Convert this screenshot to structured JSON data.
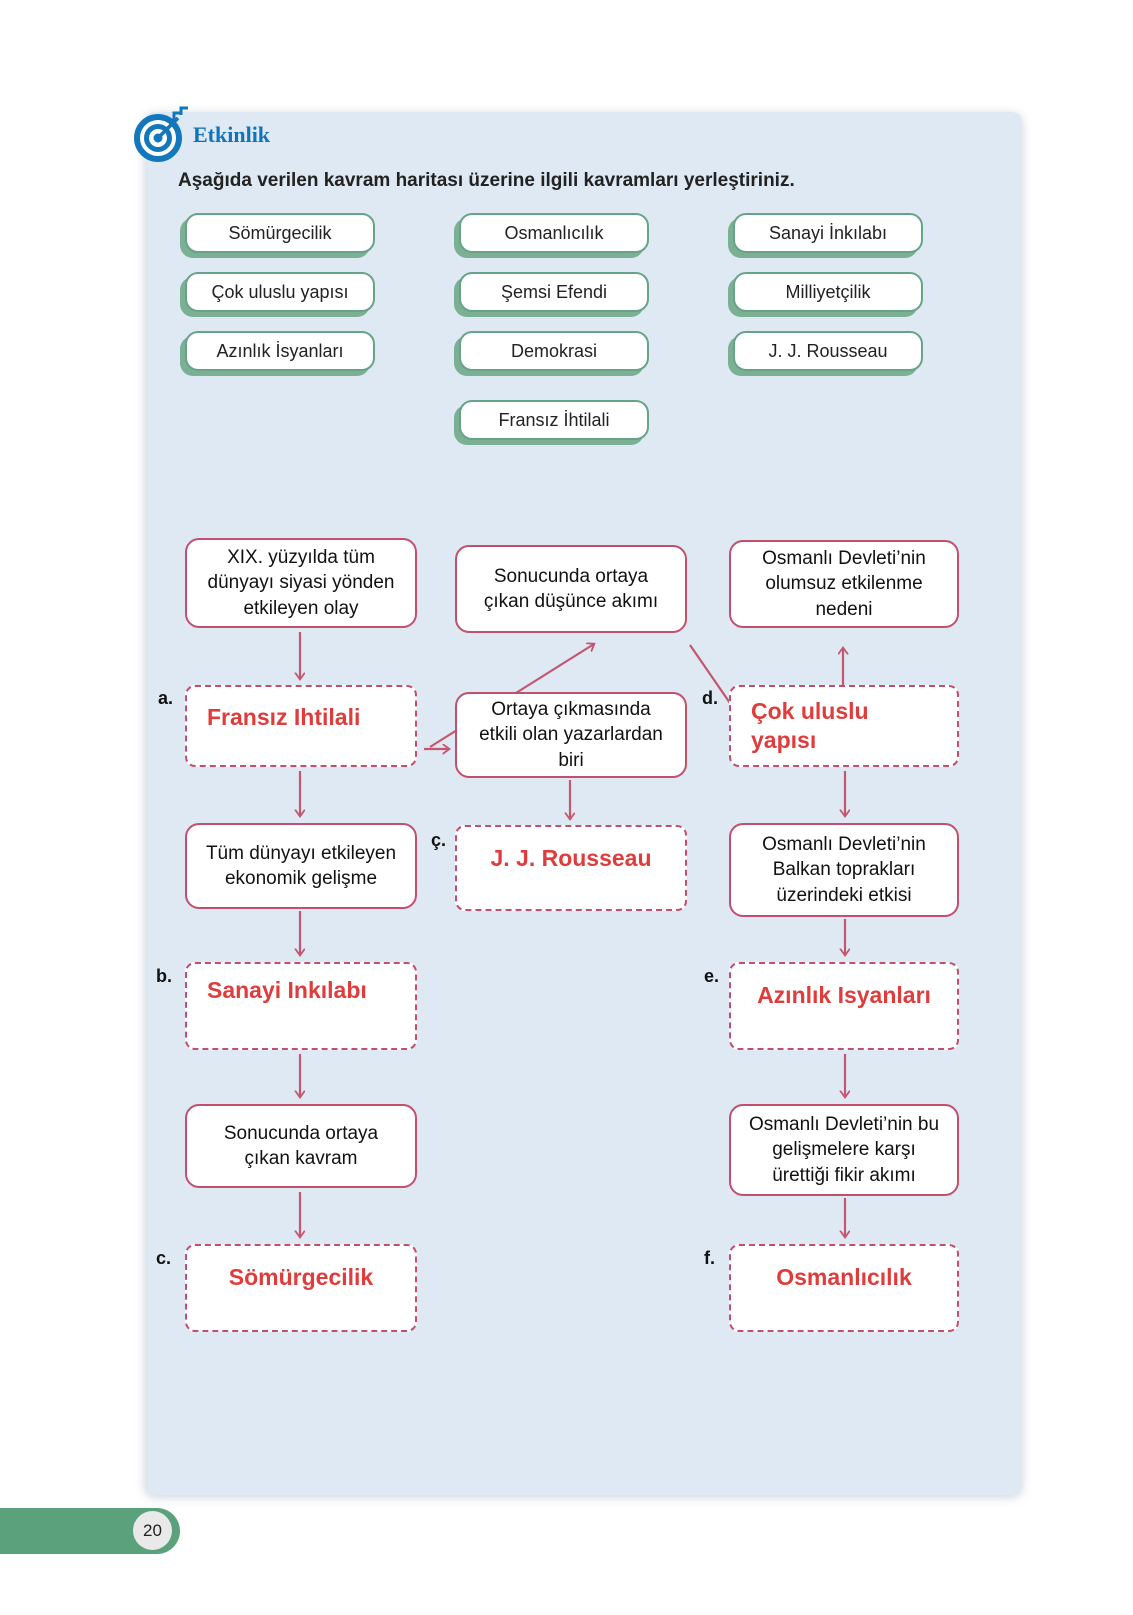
{
  "header": {
    "activity_label": "Etkinlik"
  },
  "icons": {
    "header_icon": "target-icon"
  },
  "instruction": "Aşağıda verilen kavram haritası üzerine ilgili kavramları yerleştiriniz.",
  "word_bank": {
    "items": [
      "Sömürgecilik",
      "Osmanlıcılık",
      "Sanayi İnkılabı",
      "Çok uluslu yapısı",
      "Şemsi Efendi",
      "Milliyetçilik",
      "Azınlık İsyanları",
      "Demokrasi",
      "J. J. Rousseau",
      "Fransız İhtilali"
    ]
  },
  "concept_map": {
    "prompts": {
      "political_event": "XIX. yüzyılda tüm dünyayı siyasi yönden etkileyen olay",
      "thought_current": "Sonucunda ortaya çıkan düşünce akımı",
      "negative_reason": "Osmanlı Devleti’nin olumsuz etkilenme nedeni",
      "influential_writer": "Ortaya çıkmasında etkili olan yazarlardan biri",
      "economic_development": "Tüm dünyayı etkileyen ekonomik gelişme",
      "balkan_effect": "Osmanlı Devleti’nin Balkan toprakları üzerindeki etkisi",
      "resulting_concept": "Sonucunda ortaya çıkan kavram",
      "idea_movement": "Osmanlı Devleti’nin bu gelişmelere karşı ürettiği fikir akımı"
    },
    "answers": {
      "a": {
        "label": "a.",
        "text": "Fransız Ihtilali"
      },
      "b": {
        "label": "b.",
        "text": "Sanayi Inkılabı"
      },
      "c": {
        "label": "c.",
        "text": "Sömürgecilik"
      },
      "cedilla": {
        "label": "ç.",
        "text": "J. J. Rousseau"
      },
      "d": {
        "label": "d.",
        "text": "Çok uluslu yapısı"
      },
      "e": {
        "label": "e.",
        "text": "Azınlık Isyanları"
      },
      "f": {
        "label": "f.",
        "text": "Osmanlıcılık"
      }
    }
  },
  "footer": {
    "page_number": "20"
  },
  "colors": {
    "panel_bg": "#dfe9f4",
    "word_bank_border": "#67a487",
    "word_bank_shadow": "#7cb094",
    "map_border": "#c2506c",
    "arrow": "#c4566e",
    "answer_text": "#e03c3c",
    "accent_blue": "#1173b8",
    "footer_green": "#5aa17c"
  }
}
